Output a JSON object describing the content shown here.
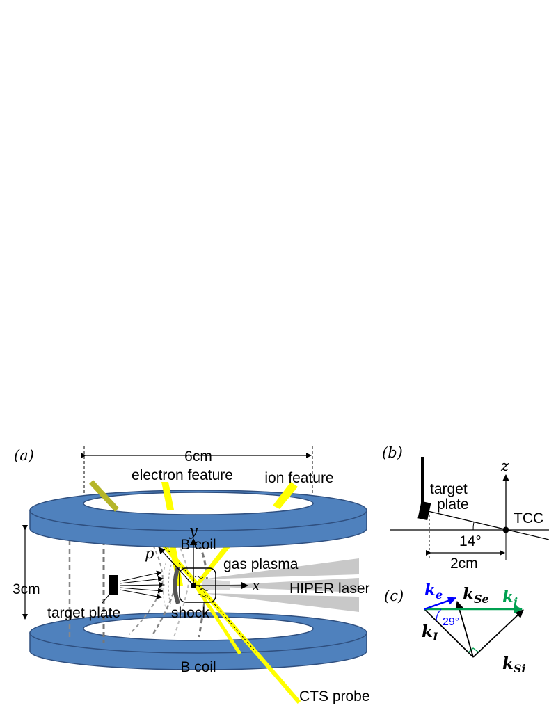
{
  "panel_a": {
    "tag": "(a)",
    "dim_width": "6cm",
    "dim_height": "3cm",
    "electron_feature": "electron feature",
    "ion_feature": "ion feature",
    "coil_top": "B coil",
    "coil_bottom": "B coil",
    "axis_y": "y",
    "axis_x": "x",
    "axis_p": "p",
    "gas_plasma": "gas plasma",
    "hiper_laser": "HIPER laser",
    "target_plate": "target plate",
    "shock": "shock",
    "cts_probe": "CTS probe"
  },
  "panel_b": {
    "tag": "(b)",
    "target_label_1": "target",
    "target_label_2": "plate",
    "axis_z": "z",
    "tcc": "TCC",
    "angle": "14°",
    "distance": "2cm"
  },
  "panel_c": {
    "tag": "(c)",
    "k_e": "k",
    "k_e_sub": "e",
    "k_se": "k",
    "k_se_sub": "Se",
    "k_i": "k",
    "k_i_sub": "i",
    "k_I": "k",
    "k_I_sub": "I",
    "k_si": "k",
    "k_si_sub": "Si",
    "angle": "29°"
  },
  "colors": {
    "coil": "#4f81bd",
    "coil_edge": "#2f4f7f",
    "yellow": "#ffff00",
    "olive": "#b5b52a",
    "k_e_blue": "#0000ff",
    "k_i_green": "#00a050",
    "laser_gray": "#c8c8c8"
  }
}
